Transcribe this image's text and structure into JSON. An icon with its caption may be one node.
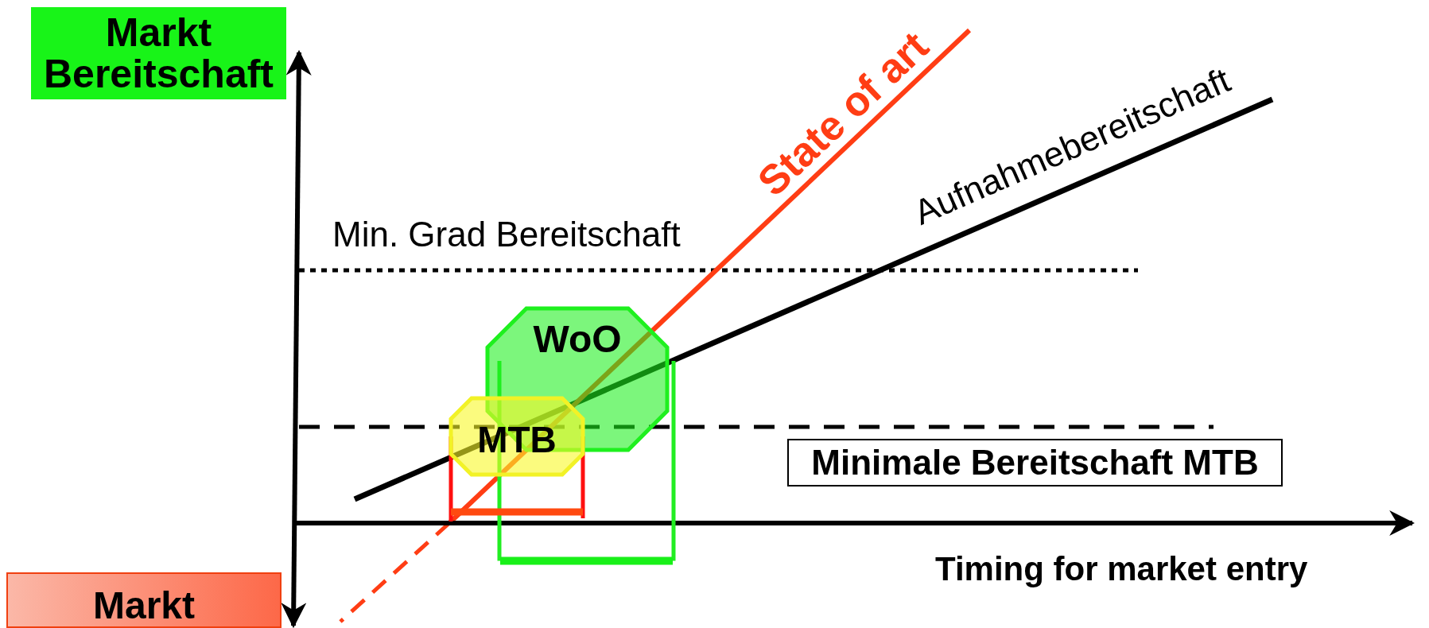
{
  "diagram": {
    "nodes": [
      {
        "text": [
          "Markt Bereitschaft"
        ]
      },
      {
        "text": [
          "Markt"
        ]
      },
      {
        "text": [
          "WoO"
        ]
      },
      {
        "text": [
          "MTB"
        ]
      },
      {
        "text": [
          "Minimale Bereitschaft MTB"
        ]
      }
    ],
    "edges": [
      {
        "from": 1,
        "to": 0,
        "arrow": "both"
      }
    ],
    "labels": [
      "State of art",
      "Aufnahmebereitschaft",
      "Min. Grad Bereitschaft",
      "Timing for market entry"
    ]
  }
}
